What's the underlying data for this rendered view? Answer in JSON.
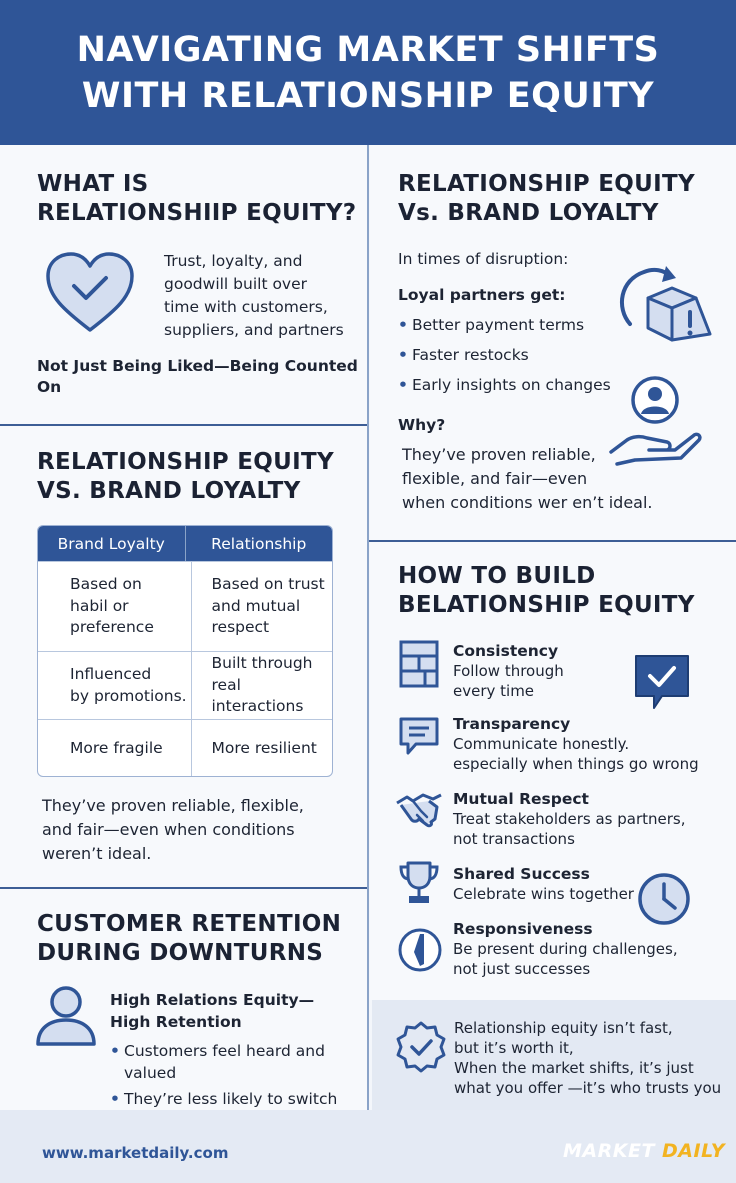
{
  "header": {
    "title_line1": "NAVIGATING MARKET SHIFTS",
    "title_line2": "WITH RELATIONSHIP EQUITY"
  },
  "what_is": {
    "title_line1": "WHAT IS",
    "title_line2": "RELATIONSHIIP EQUITY?",
    "description_lines": [
      "Trust, loyalty, and",
      "goodwill built over",
      "time with customers,",
      "suppliers, and partners"
    ],
    "tagline_line1": "Not Just Being Liked—Being Counted",
    "tagline_line2": "On",
    "icon": "heart-check-icon"
  },
  "vs_left": {
    "title_line1": "RELATIONSHIP EQUITY",
    "title_line2": "VS. BRAND LOYALTY",
    "table": {
      "headers": [
        "Brand Loyalty",
        "Relationship"
      ],
      "rows": [
        [
          [
            "Based on",
            "habil or",
            "preference"
          ],
          [
            "Based on trust",
            "and mutual",
            "respect"
          ]
        ],
        [
          [
            "Influenced",
            "by promotions."
          ],
          [
            "Built through",
            "real interactions"
          ]
        ],
        [
          [
            "More fragile"
          ],
          [
            "More resilient"
          ]
        ]
      ]
    },
    "note_lines": [
      "They’ve proven reliable, flexible,",
      "and fair—even when conditions",
      "weren’t ideal."
    ]
  },
  "retention": {
    "title_line1": "CUSTOMER RETENTION",
    "title_line2": "DURING DOWNTURNS",
    "subtitle_line1": "High Relations  Equity—",
    "subtitle_line2": "High Retention",
    "bullet_1_line1": "Customers feel heard and",
    "bullet_1_line2": "valued",
    "bullet_2": "They’re less likely to switch",
    "icon": "person-icon"
  },
  "vs_right": {
    "title_line1": "RELATIONSHIP EQUITY",
    "title_line2": "Vs. BRAND LOYALTY",
    "intro": "In times of disruption:",
    "subhead": "Loyal partners get:",
    "bullets": [
      "Better payment terms",
      "Faster restocks",
      "Early insights on changes"
    ],
    "why_label": "Why?",
    "why_lines": [
      "They’ve proven reliable,",
      "flexible, and fair—even",
      "when conditions wer en’t ideal."
    ],
    "icons": [
      "box-alert-icon",
      "hand-person-icon"
    ]
  },
  "build": {
    "title_line1": "HOW TO BUILD",
    "title_line2": "BELATIONSHIP EQUITY",
    "items": [
      {
        "title": "Consistency",
        "desc_lines": [
          "Follow through",
          "every time"
        ],
        "icon": "grid-icon"
      },
      {
        "title": "Transparency",
        "desc_lines": [
          "Communicate honestly.",
          "especially when things go wrong"
        ],
        "icon": "chat-icon"
      },
      {
        "title": "Mutual Respect",
        "desc_lines": [
          "Treat stakeholders as partners,",
          "not transactions"
        ],
        "icon": "handshake-icon"
      },
      {
        "title": "Shared Success",
        "desc_lines": [
          "Celebrate wins together"
        ],
        "icon": "trophy-icon"
      },
      {
        "title": "Responsiveness",
        "desc_lines": [
          "Be present during challenges,",
          "not just successes"
        ],
        "icon": "clock-icon"
      }
    ]
  },
  "closing": {
    "lines": [
      "Relationship equity isn’t fast,",
      "but it’s worth it,",
      "When the market shifts, it’s just",
      "what you offer —it’s who trusts you"
    ],
    "icon": "badge-check-icon"
  },
  "footer": {
    "url": "www.marketdaily.com",
    "brand_part1": "MARKET",
    "brand_part2": "DAILY"
  },
  "colors": {
    "primary": "#2f5597",
    "accent": "#f2b321",
    "text": "#1b2233"
  }
}
